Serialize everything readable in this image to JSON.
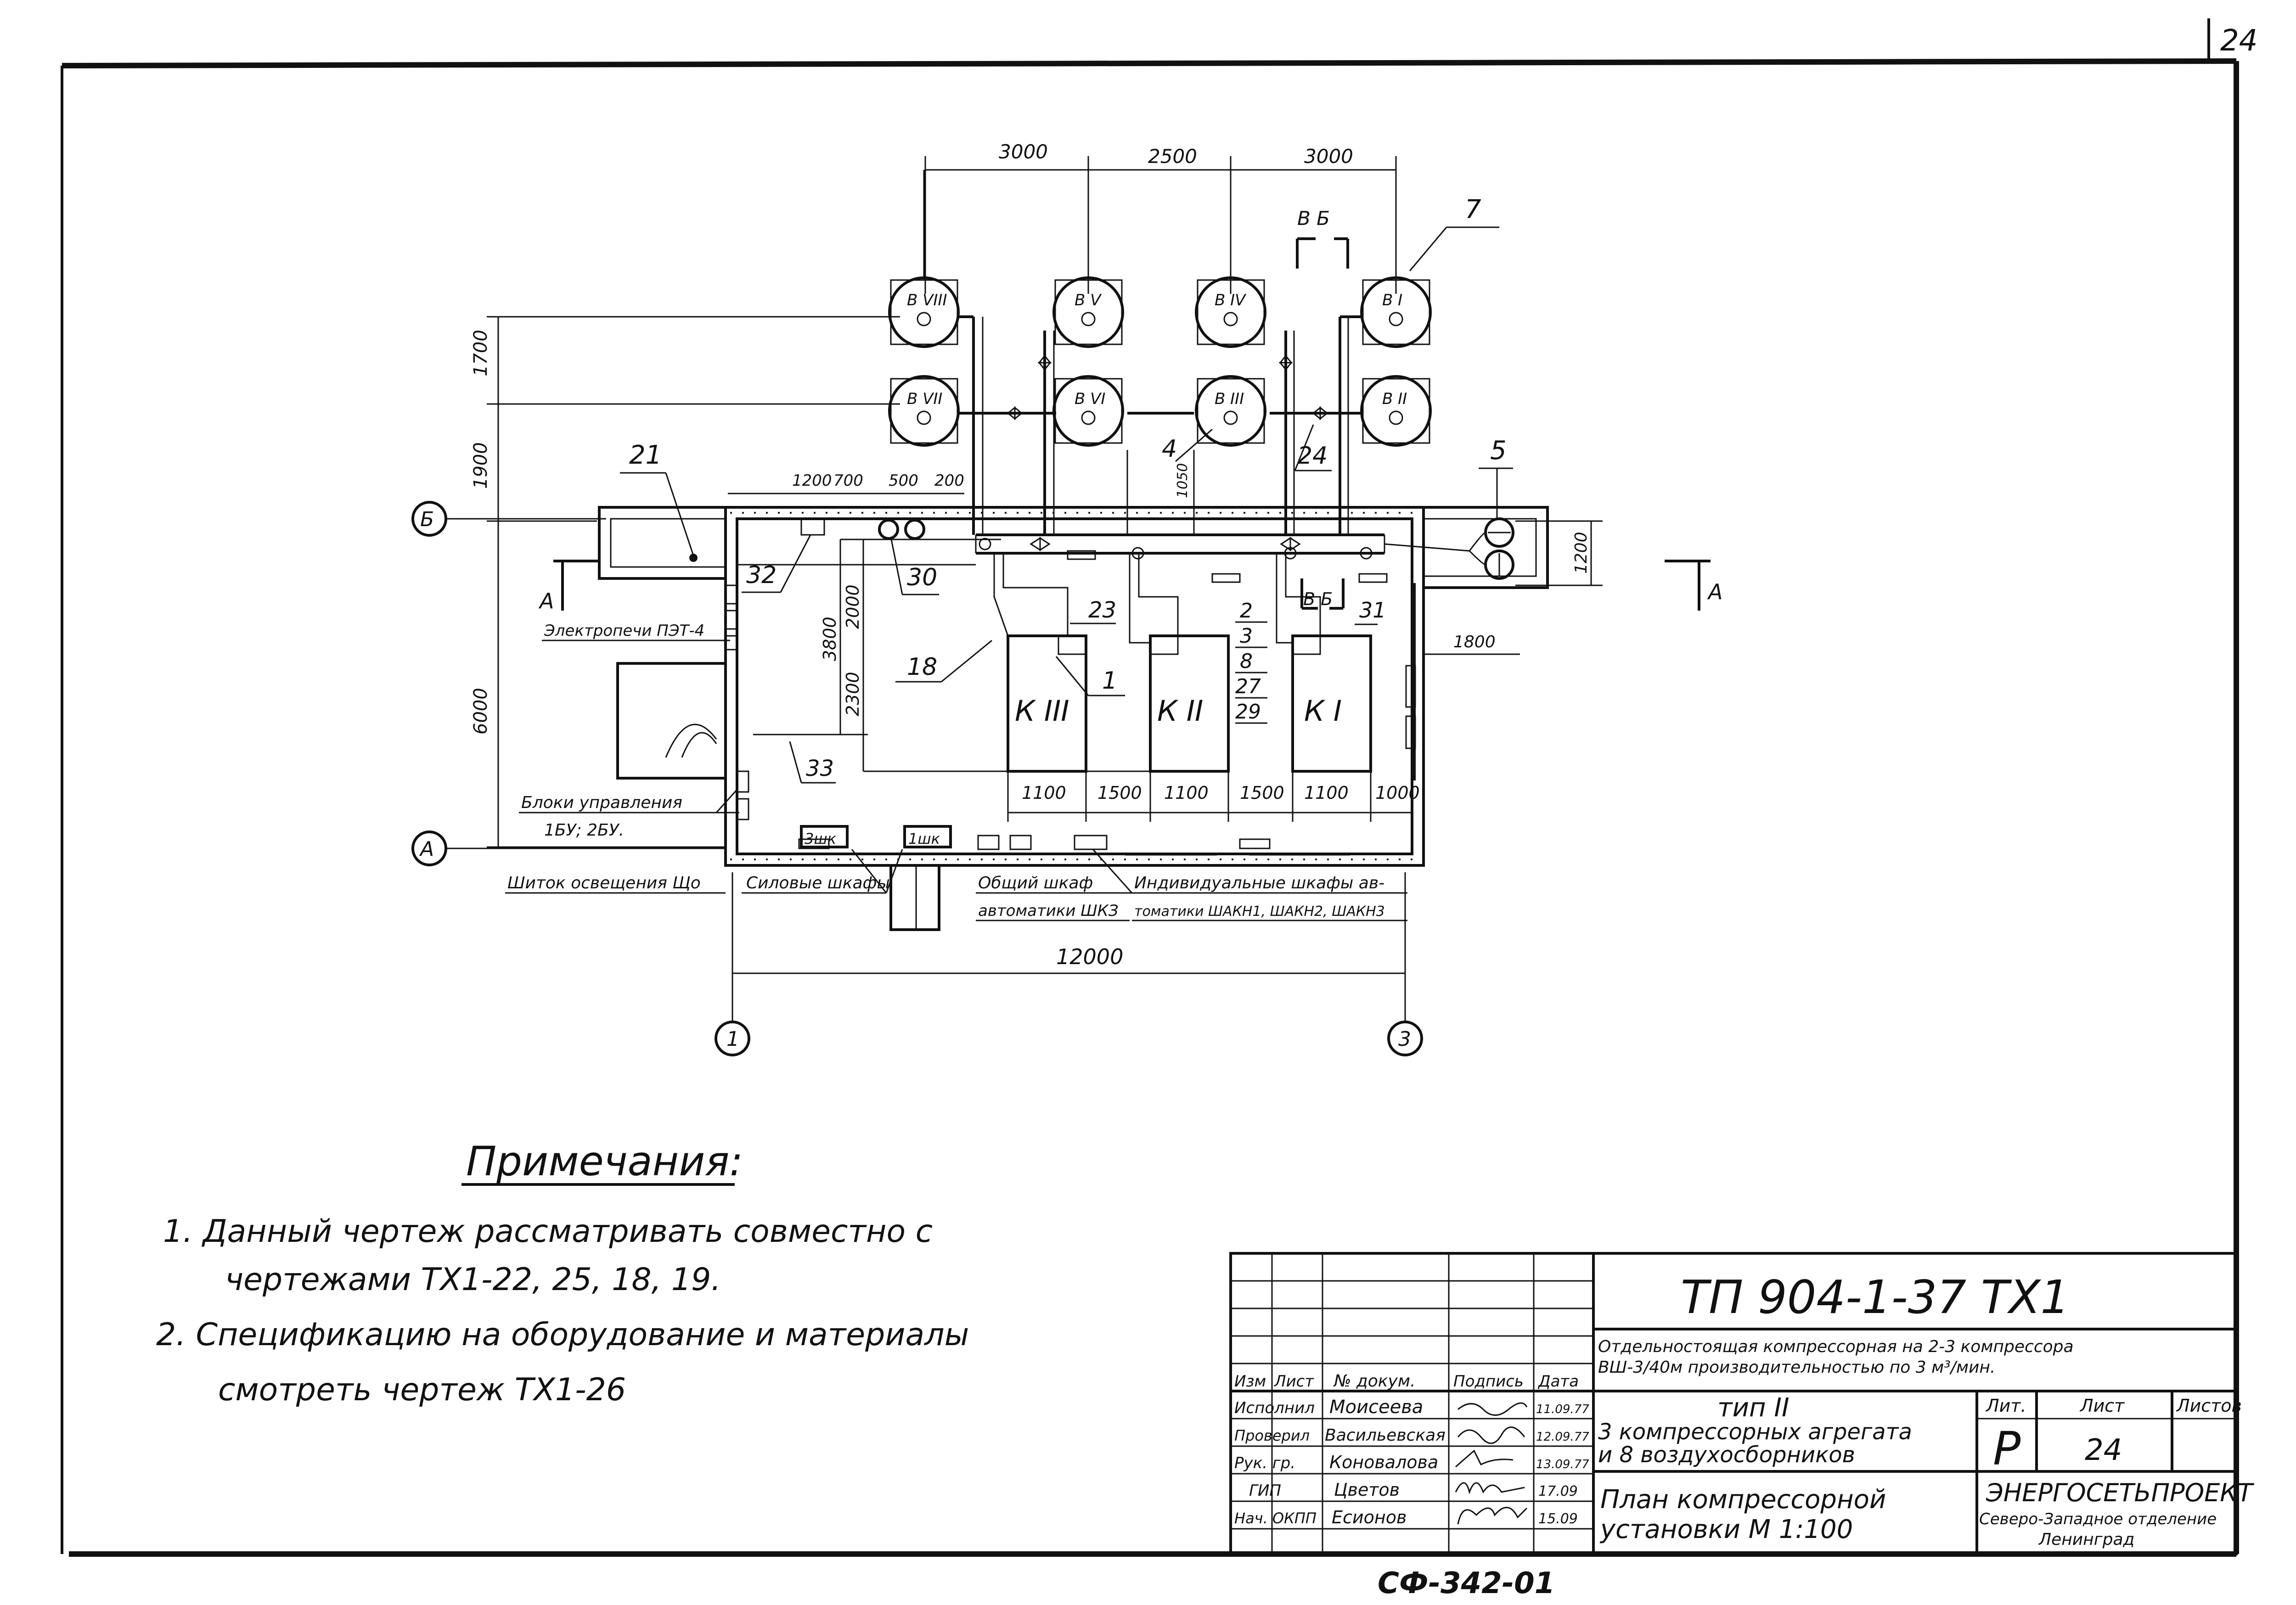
{
  "sheet_number_corner": "24",
  "plan": {
    "dims_top": [
      "3000",
      "2500",
      "3000"
    ],
    "section_vb": "В Б",
    "section_vb_lower": "В Б",
    "section_a": "А",
    "dims_left": [
      "1700",
      "1900",
      "6000"
    ],
    "dims_inner_top": [
      "1200",
      "700",
      "500",
      "200"
    ],
    "dim_1050": "1050",
    "dims_interior": [
      "2000",
      "3800",
      "2300"
    ],
    "dims_bottom": [
      "1100",
      "1500",
      "1100",
      "1500",
      "1100",
      "1000"
    ],
    "dim_total": "12000",
    "dim_right_1200": "1200",
    "dim_right_1800": "1800",
    "axes": {
      "b": "Б",
      "a": "А",
      "one": "1",
      "three": "3"
    },
    "receivers": [
      {
        "label": "В VIII"
      },
      {
        "label": "В V"
      },
      {
        "label": "В IV"
      },
      {
        "label": "В I"
      },
      {
        "label": "В VII"
      },
      {
        "label": "В VI"
      },
      {
        "label": "В III"
      },
      {
        "label": "В II"
      }
    ],
    "compressors": [
      "К III",
      "К II",
      "К I"
    ],
    "callouts": {
      "c7": "7",
      "c21": "21",
      "c4": "4",
      "c24": "24",
      "c5": "5",
      "c32": "32",
      "c30": "30",
      "c23": "23",
      "c18": "18",
      "c1": "1",
      "c31": "31",
      "c33": "33",
      "stack": [
        "2",
        "3",
        "8",
        "27",
        "29"
      ]
    },
    "labels": {
      "electric_ovens": "Электропечи ПЭТ-4",
      "control_blocks": "Блоки управления",
      "control_blocks_2": "1БУ;  2БУ.",
      "lighting_panel": "Шиток освещения Що",
      "power_cabinets": "Силовые шкафы",
      "general_cabinet": "Общий шкаф",
      "general_cabinet_2": "автоматики  ШКЗ",
      "individual_cabinets": "Индивидуальные  шкафы ав-",
      "individual_cabinets_2": "томатики ШАКН1, ШАКН2, ШАКН3",
      "cab_3shk": "3шк",
      "cab_1shk": "1шк"
    }
  },
  "notes": {
    "title": "Примечания:",
    "items": [
      "1. Данный чертеж рассматривать  совместно с",
      "чертежами  ТХ1-22, 25, 18, 19.",
      "2.  Спецификацию на оборудование и материалы",
      "смотреть  чертеж ТХ1-26"
    ]
  },
  "stamp": {
    "code": "ТП 904-1-37  ТХ1",
    "desc_line1": "Отдельностоящая компрессорная на 2-3 компрессора",
    "desc_line2": "ВШ-3/40м производительностью по 3 м³/мин.",
    "type": "тип II",
    "sub_line1": "3 компрессорных агрегата",
    "sub_line2": "и 8 воздухосборников",
    "title_line1": "План компрессорной",
    "title_line2": "установки        М 1:100",
    "lit_header": "Лит.",
    "sheet_header": "Лист",
    "sheets_header": "Листов",
    "lit_value": "Р",
    "sheet_value": "24",
    "org": "ЭНЕРГОСЕТЬПРОЕКТ",
    "org_dept": "Северо-Западное отделение",
    "org_city": "Ленинград",
    "col_headers": [
      "Изм",
      "Лист",
      "№ докум.",
      "Подпись",
      "Дата"
    ],
    "rows": [
      {
        "role": "Исполнил",
        "name": "Моисеева",
        "date": "11.09.77"
      },
      {
        "role": "Проверил",
        "name": "Васильевская",
        "date": "12.09.77"
      },
      {
        "role": "Рук. гр.",
        "name": "Коновалова",
        "date": "13.09.77"
      },
      {
        "role": "ГИП",
        "name": "Цветов",
        "date": "17.09"
      },
      {
        "role": "Нач. ОКПП",
        "name": "Есионов",
        "date": "15.09"
      }
    ]
  },
  "footer_code": "СФ-342-01"
}
